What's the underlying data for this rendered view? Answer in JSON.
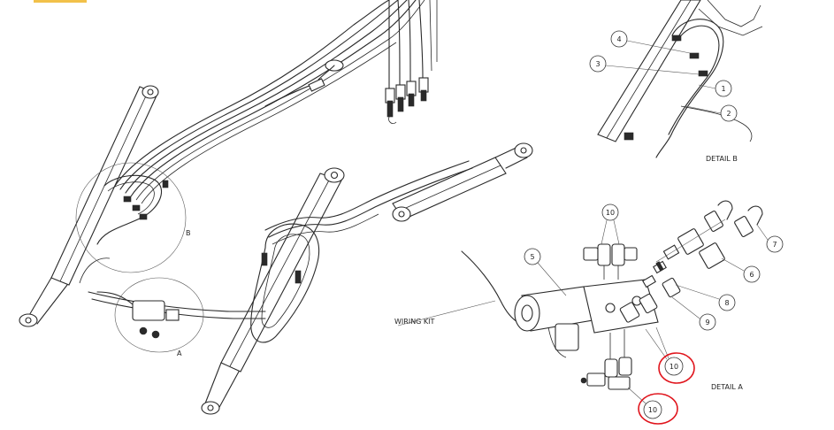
{
  "colors": {
    "ink": "#2a2a2a",
    "highlight": "#e0141c",
    "background": "#ffffff",
    "top_left_tab": "#f2c14a"
  },
  "callouts": {
    "detail_b": [
      "4",
      "3",
      "1",
      "2"
    ],
    "detail_a": [
      "10",
      "5",
      "7",
      "6",
      "8",
      "9",
      "10",
      "10"
    ]
  },
  "labels": {
    "detail_b": "DETAIL B",
    "detail_a": "DETAIL A",
    "wiring_kit": "WIRING KIT",
    "zone_a": "A",
    "zone_b": "B"
  }
}
